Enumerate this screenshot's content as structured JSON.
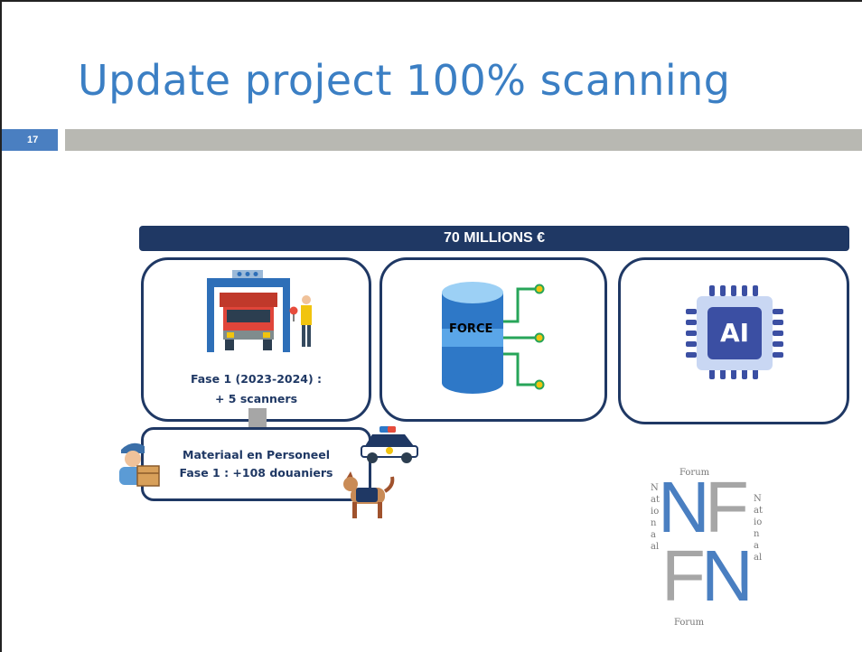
{
  "slide": {
    "title": "Update project 100% scanning",
    "number": "17"
  },
  "banner": {
    "text": "70 MILLIONS €"
  },
  "box1": {
    "line1": "Fase 1 (2023-2024) :",
    "line2": "+ 5 scanners"
  },
  "box2": {
    "label": "FORCE"
  },
  "box3": {
    "label": "AI"
  },
  "box4": {
    "line1": "Materiaal en Personeel",
    "line2": "Fase 1 : +108 douaniers"
  },
  "logo": {
    "top_word": "Forum",
    "bottom_word": "Forum",
    "left_vertical": "Nationaal",
    "right_vertical": "Nationaal",
    "letters": [
      "N",
      "F",
      "F",
      "N"
    ]
  },
  "colors": {
    "title": "#3b7fc4",
    "navy": "#1f3864",
    "accent_blue": "#4a7fc1",
    "bar_gray": "#b8b8b2"
  }
}
